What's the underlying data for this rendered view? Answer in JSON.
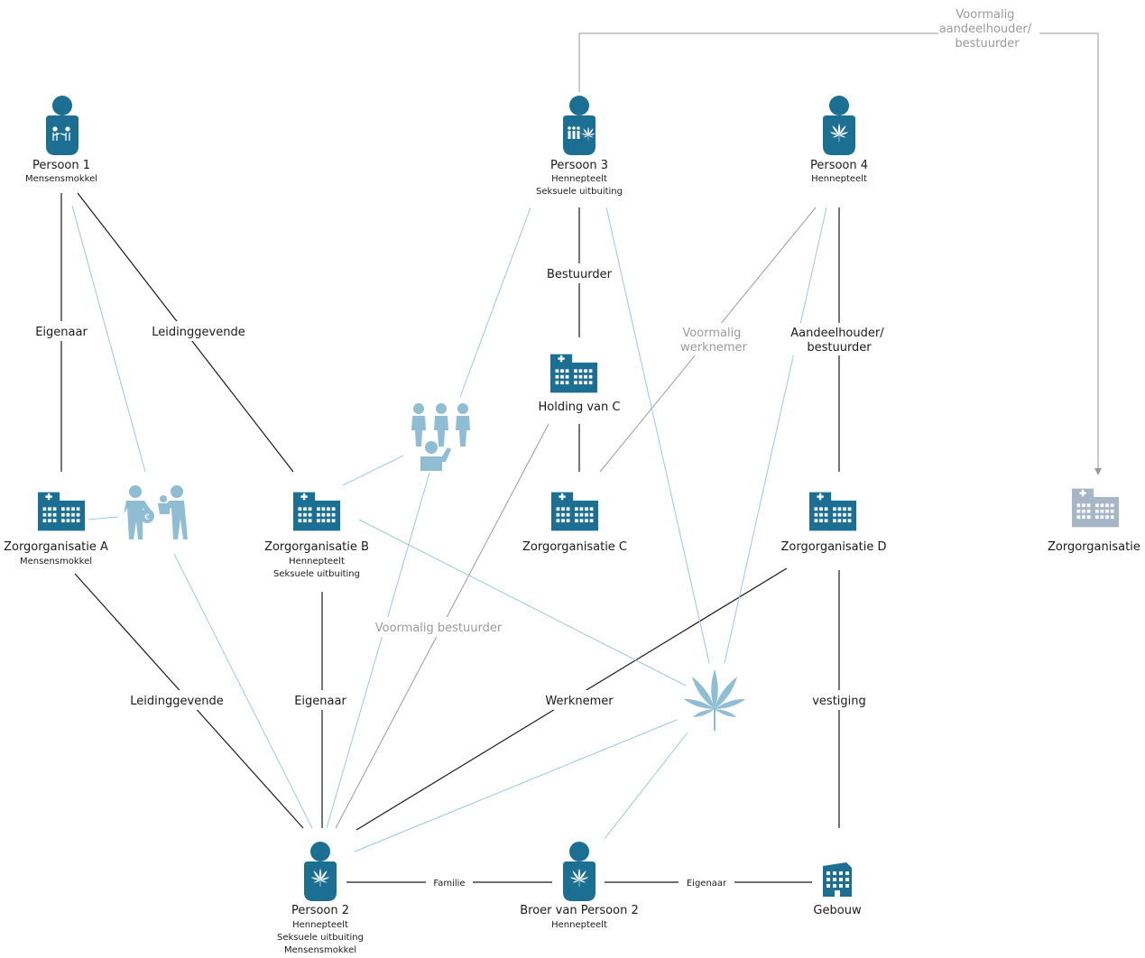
{
  "colors": {
    "primary": "#1b6f93",
    "light": "#8fbdd3",
    "faded": "#a7b6c6",
    "line_black": "#1a1a1a",
    "line_grey": "#9a9a9a",
    "line_light": "#9cc8dc"
  },
  "nodes": {
    "persoon1": {
      "label": "Persoon 1",
      "sub": [
        "Mensensmokkel"
      ],
      "icon": "person-smuggling-icon"
    },
    "persoon3": {
      "label": "Persoon 3",
      "sub": [
        "Hennepteelt",
        "Seksuele uitbuiting"
      ],
      "icon": "person-exploitation-cannabis-icon"
    },
    "persoon4": {
      "label": "Persoon 4",
      "sub": [
        "Hennepteelt"
      ],
      "icon": "person-cannabis-icon"
    },
    "holding_c": {
      "label": "Holding van C",
      "icon": "hospital-icon"
    },
    "zorg_a": {
      "label": "Zorgorganisatie A",
      "sub": [
        "Mensensmokkel"
      ],
      "icon": "hospital-icon"
    },
    "zorg_b": {
      "label": "Zorgorganisatie B",
      "sub": [
        "Hennepteelt",
        "Seksuele uitbuiting"
      ],
      "icon": "hospital-icon"
    },
    "zorg_c": {
      "label": "Zorgorganisatie C",
      "icon": "hospital-icon"
    },
    "zorg_d": {
      "label": "Zorgorganisatie D",
      "icon": "hospital-icon"
    },
    "zorg_e": {
      "label": "Zorgorganisatie E",
      "icon": "hospital-icon"
    },
    "persoon2": {
      "label": "Persoon 2",
      "sub": [
        "Hennepteelt",
        "Seksuele uitbuiting",
        "Mensensmokkel"
      ],
      "icon": "person-cannabis-icon"
    },
    "broer": {
      "label": "Broer van Persoon 2",
      "sub": [
        "Hennepteelt"
      ],
      "icon": "person-cannabis-icon"
    },
    "gebouw": {
      "label": "Gebouw",
      "icon": "building-icon"
    },
    "smuggling_theme": {
      "icon": "human-smuggling-icon"
    },
    "exploitation_theme": {
      "icon": "sexual-exploitation-icon"
    },
    "cannabis_theme": {
      "icon": "cannabis-leaf-icon"
    }
  },
  "edges": {
    "p1_zorg_a": "Eigenaar",
    "p1_zorg_b": "Leidinggevende",
    "p3_holding": "Bestuurder",
    "p4_zorg_c": "Voormalig werknemer",
    "p4_zorg_d": "Aandeelhouder/ bestuurder",
    "p3_zorg_e": "Voormalig aandeelhouder/ bestuurder",
    "holding_p2": "Voormalig bestuurder",
    "zorg_a_p2": "Leidinggevende",
    "zorg_b_p2": "Eigenaar",
    "zorg_d_p2": "Werknemer",
    "zorg_d_gebouw": "vestiging",
    "p2_broer": "Familie",
    "broer_gebouw": "Eigenaar"
  }
}
